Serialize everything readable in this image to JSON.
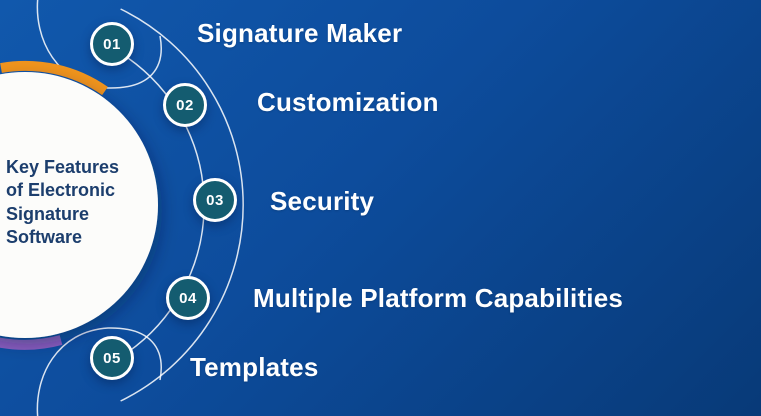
{
  "title_circle": {
    "lines": [
      "Key Features",
      "of Electronic",
      "Signature",
      "Software"
    ]
  },
  "features": [
    {
      "number": "01",
      "label": "Signature Maker"
    },
    {
      "number": "02",
      "label": "Customization"
    },
    {
      "number": "03",
      "label": "Security"
    },
    {
      "number": "04",
      "label": "Multiple Platform Capabilities"
    },
    {
      "number": "05",
      "label": "Templates"
    }
  ],
  "colors": {
    "background_top_left": "#1158ac",
    "background_bottom_right": "#083a78",
    "badge_fill": "#145c70",
    "badge_ring": "#ffffff",
    "curve_line": "#ffffff",
    "accent_orange": "#f0941d",
    "accent_purple": "#8a5fbf",
    "circle_fill": "#fcfcfa",
    "title_text": "#1c3e6d",
    "label_text": "#ffffff"
  }
}
